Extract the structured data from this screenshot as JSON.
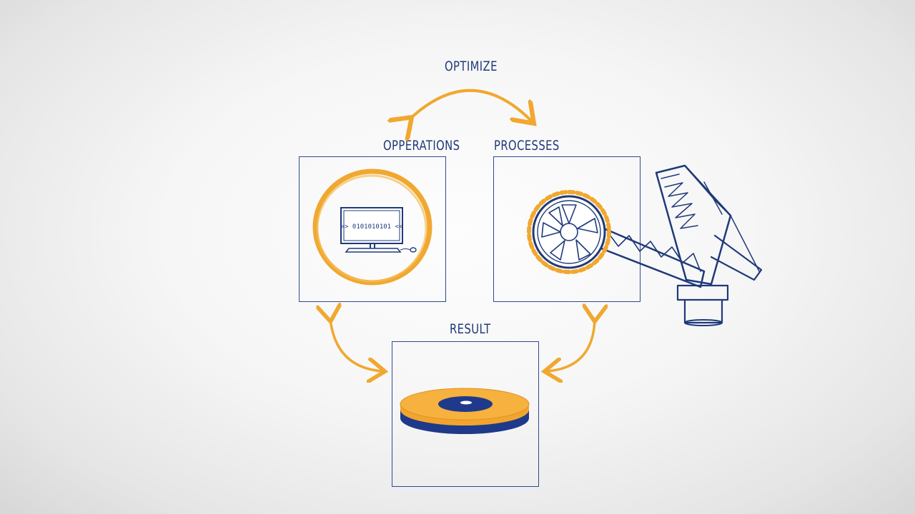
{
  "diagram": {
    "top_label": "OPTIMIZE",
    "nodes": [
      {
        "id": "operations",
        "label": "OPPERATIONS"
      },
      {
        "id": "processes",
        "label": "PROCESSES"
      },
      {
        "id": "result",
        "label": "RESULT"
      }
    ],
    "screen_text": ">> 0101010101 <<",
    "colors": {
      "accent": "#f0a830",
      "line": "#1f3a7a"
    }
  }
}
